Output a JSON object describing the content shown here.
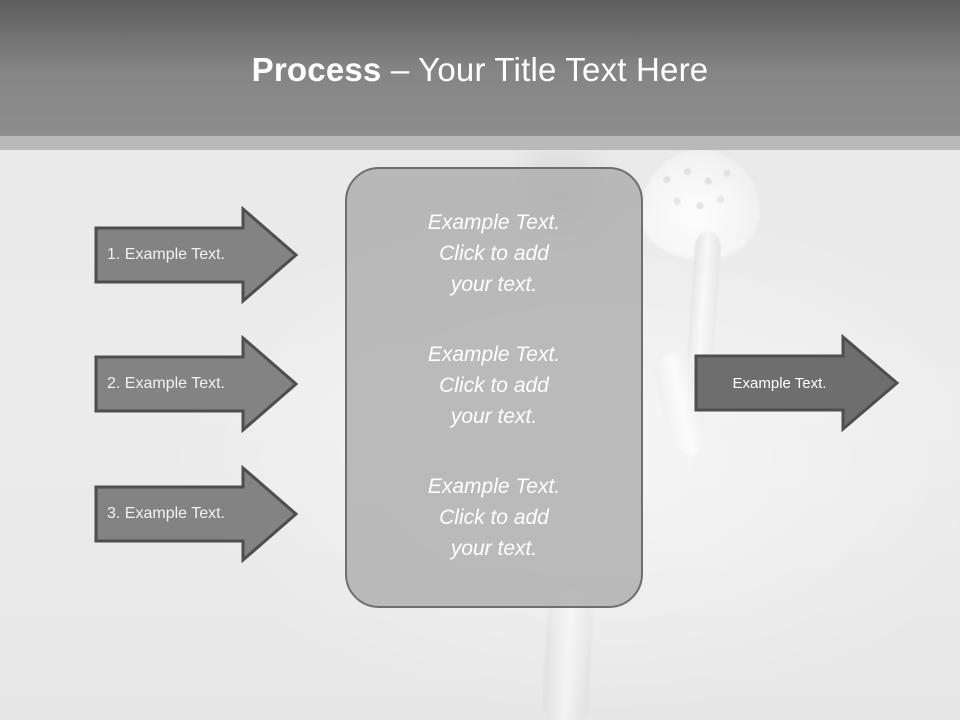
{
  "slide": {
    "title": {
      "bold_part": "Process",
      "rest": " – Your Title Text Here"
    }
  },
  "steps": [
    {
      "label": "1. Example Text."
    },
    {
      "label": "2. Example Text."
    },
    {
      "label": "3. Example Text."
    }
  ],
  "center": {
    "blocks": [
      {
        "line1": "Example Text.",
        "line2": "Click  to add",
        "line3": "your text."
      },
      {
        "line1": "Example Text.",
        "line2": "Click  to add",
        "line3": "your text."
      },
      {
        "line1": "Example Text.",
        "line2": "Click  to add",
        "line3": "your text."
      }
    ]
  },
  "output": {
    "label": "Example Text."
  },
  "colors": {
    "header_top": "#5d5d5d",
    "header_bottom": "#8e8e8e",
    "header_rule": "#b9b9b9",
    "slide_background": "#ededed",
    "arrow_fill": "#838383",
    "arrow_fill_output": "#6e6e6e",
    "arrow_stroke": "#4e4e4e",
    "center_fill": "#adadad",
    "center_stroke": "#6f6f6f",
    "text_light": "#ffffff"
  }
}
